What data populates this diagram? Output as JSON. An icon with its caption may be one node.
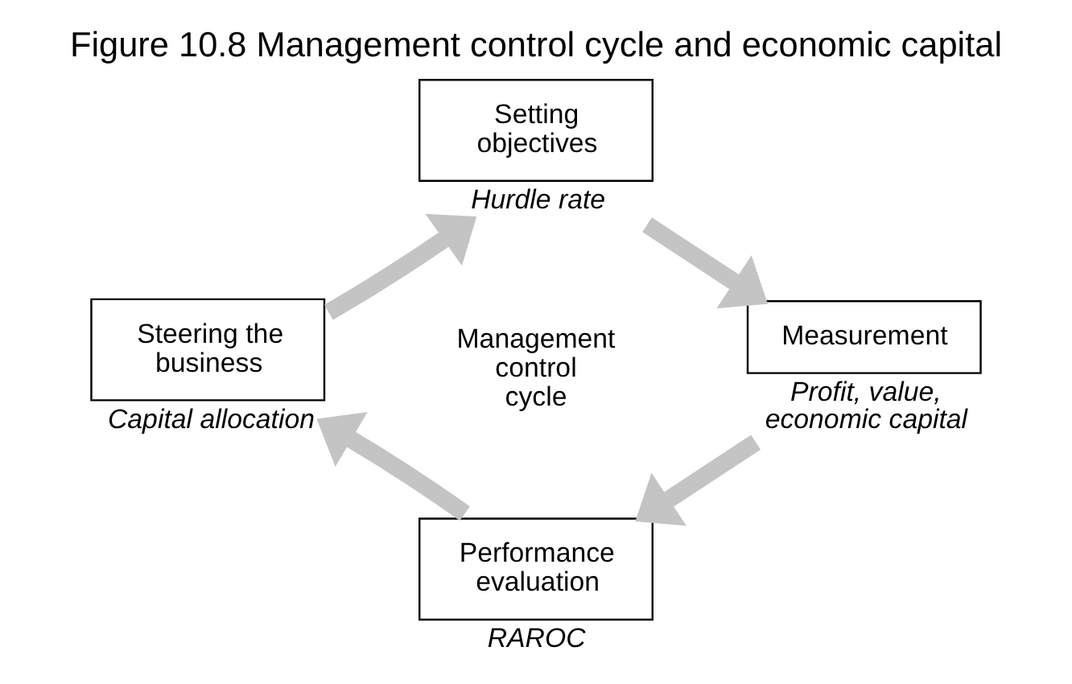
{
  "diagram": {
    "title": "Figure 10.8 Management control cycle and economic capital",
    "nodes": [
      {
        "text": [
          "Setting objectives"
        ],
        "beside": [
          "Hurdle rate"
        ]
      },
      {
        "text": [
          "Measurement"
        ],
        "beside": [
          "Profit, value, economic capital"
        ]
      },
      {
        "text": [
          "Performance evaluation"
        ],
        "beside": [
          "RAROC"
        ]
      },
      {
        "text": [
          "Steering the business"
        ],
        "beside": [
          "Capital allocation"
        ]
      }
    ],
    "edges": [
      {
        "from": 0,
        "to": 1,
        "arrow": "to"
      },
      {
        "from": 1,
        "to": 2,
        "arrow": "to"
      },
      {
        "from": 2,
        "to": 3,
        "arrow": "to"
      },
      {
        "from": 3,
        "to": 0,
        "arrow": "to"
      }
    ],
    "labels": [
      "Management control cycle"
    ]
  }
}
